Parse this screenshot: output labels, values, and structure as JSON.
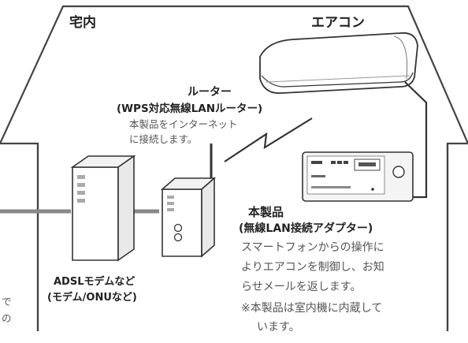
{
  "house": {
    "indoor_label": "宅内",
    "aircon_label": "エアコン"
  },
  "router": {
    "title": "ルーター",
    "subtitle": "(WPS対応無線LANルーター)",
    "desc_line1": "本製品をインターネット",
    "desc_line2": "に接続します。"
  },
  "modem": {
    "label_line1": "ADSLモデムなど",
    "label_line2": "(モデム/ONUなど)"
  },
  "adapter": {
    "title": "本製品",
    "subtitle": "(無線LAN接続アダプター)",
    "desc_lines": [
      "スマートフォンからの操作に",
      "よりエアコンを制御し、お知",
      "らせメールを返します。"
    ],
    "note_line1": "※本製品は室内機に内蔵して",
    "note_line2": "います。"
  },
  "left_cut_text": {
    "line1": "で",
    "line2": "の"
  }
}
